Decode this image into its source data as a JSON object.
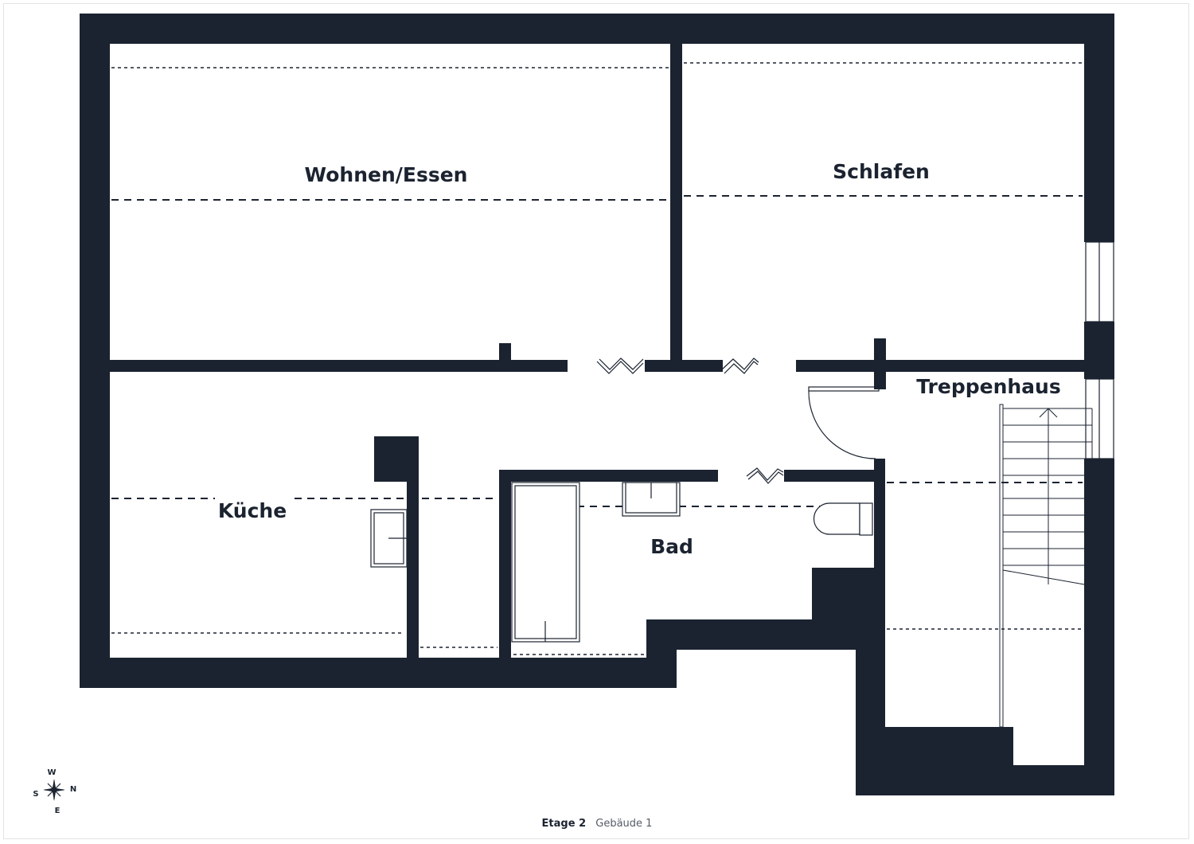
{
  "rooms": {
    "wohnen_essen": "Wohnen/Essen",
    "schlafen": "Schlafen",
    "kueche": "Küche",
    "bad": "Bad",
    "treppenhaus": "Treppenhaus"
  },
  "compass": {
    "north": "N",
    "south": "S",
    "east": "E",
    "west": "W"
  },
  "footer": {
    "floor": "Etage 2",
    "building": "Gebäude 1"
  },
  "colors": {
    "wall": "#1b2330",
    "background": "#ffffff"
  }
}
